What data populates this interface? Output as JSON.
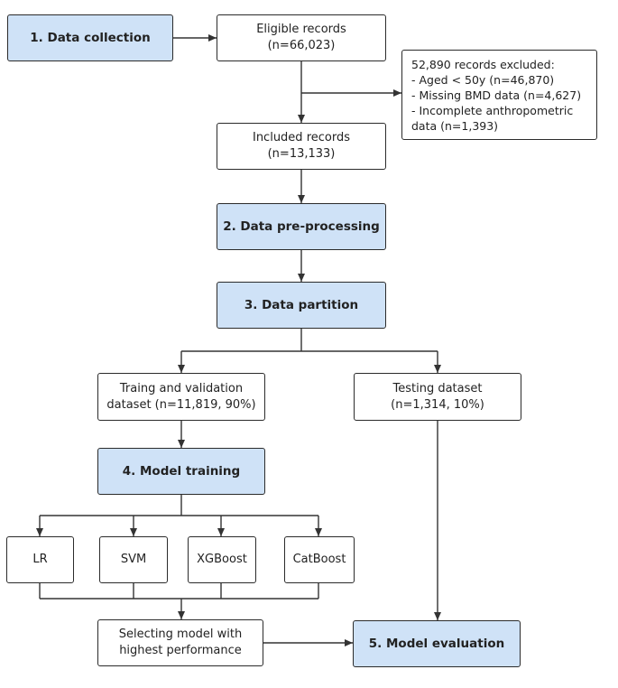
{
  "stages": {
    "data_collection": "1. Data collection",
    "preprocessing": "2. Data pre-processing",
    "partition": "3. Data partition",
    "model_training": "4. Model training",
    "model_evaluation": "5. Model evaluation"
  },
  "records": {
    "eligible_line1": "Eligible records",
    "eligible_line2": "(n=66,023)",
    "included_line1": "Included records",
    "included_line2": "(n=13,133)"
  },
  "exclusion": {
    "line1": "52,890 records excluded:",
    "line2": "- Aged < 50y (n=46,870)",
    "line3": "- Missing BMD data (n=4,627)",
    "line4": "- Incomplete anthropometric",
    "line5": "data (n=1,393)"
  },
  "datasets": {
    "training_line1": "Traing and validation",
    "training_line2": "dataset (n=11,819, 90%)",
    "testing_line1": "Testing dataset",
    "testing_line2": "(n=1,314, 10%)"
  },
  "models": [
    "LR",
    "SVM",
    "XGBoost",
    "CatBoost"
  ],
  "selection": {
    "line1": "Selecting model with",
    "line2": "highest performance"
  },
  "colors": {
    "stage_fill": "#cfe2f7",
    "border": "#2b2b2b",
    "line": "#333333"
  }
}
